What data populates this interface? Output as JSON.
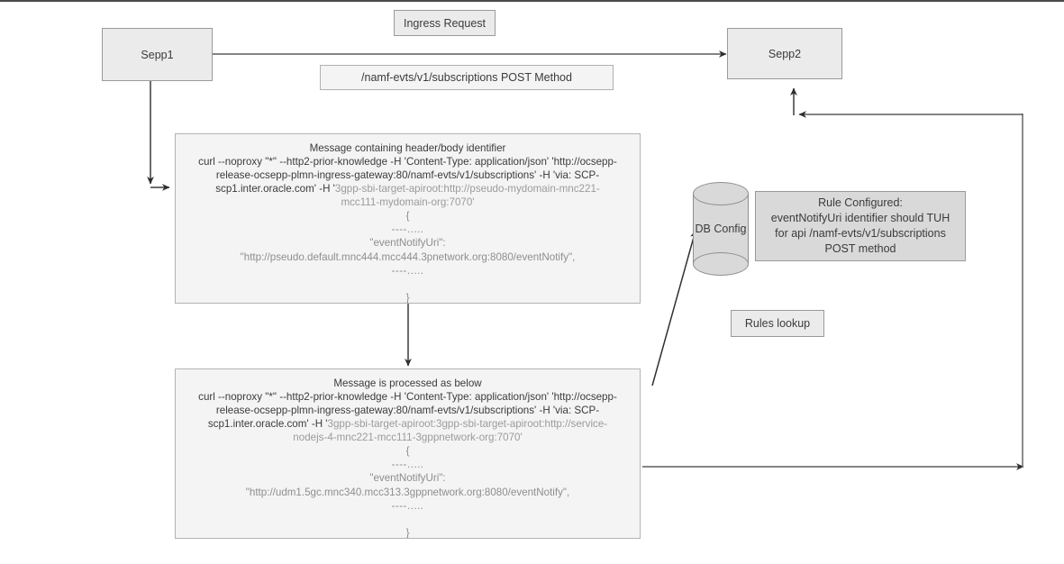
{
  "diagram": {
    "title": "SEPP ingress request rule processing flow",
    "colors": {
      "node_fill": "#ebebeb",
      "msg_fill": "#f4f4f4",
      "db_fill": "#d9d9d9",
      "stroke": "#9a9a9a",
      "arrow": "#3b3b3b",
      "text": "#3b3b3b",
      "muted_text": "#9b9b9b"
    }
  },
  "nodes": {
    "sepp1": {
      "label": "Sepp1"
    },
    "sepp2": {
      "label": "Sepp2"
    },
    "ingress_request": {
      "label": "Ingress Request"
    },
    "api_method": {
      "label": "/namf-evts/v1/subscriptions POST Method"
    },
    "rules_lookup": {
      "label": "Rules lookup"
    },
    "db_config": {
      "label": "DB Config"
    },
    "rule_configured": {
      "lines": [
        "Rule Configured:",
        "eventNotifyUri identifier should TUH",
        "for api /namf-evts/v1/subscriptions",
        "POST method"
      ]
    }
  },
  "messages": {
    "incoming": {
      "title": "Message containing header/body identifier",
      "curl_line1": "curl --noproxy \"*\" --http2-prior-knowledge -H 'Content-Type: application/json' 'http://ocsepp-",
      "curl_line2": "release-ocsepp-plmn-ingress-gateway:80/namf-evts/v1/subscriptions'  -H 'via: SCP-",
      "curl_line3_black": "scp1.inter.oracle.com' -H '",
      "curl_line3_gray": "3gpp-sbi-target-apiroot:http://pseudo-mydomain-mnc221-",
      "curl_line4_gray": "mcc111-mydomain-org:7070'",
      "open_brace": "{",
      "ellipsis_top": "----.....",
      "key": "\"eventNotifyUri\":",
      "value": "\"http://pseudo.default.mnc444.mcc444.3pnetwork.org:8080/eventNotify\",",
      "ellipsis_bottom": "----.....",
      "close_brace": "}"
    },
    "processed": {
      "title": "Message is processed as below",
      "curl_line1": "curl --noproxy \"*\" --http2-prior-knowledge -H 'Content-Type: application/json' 'http://ocsepp-",
      "curl_line2": "release-ocsepp-plmn-ingress-gateway:80/namf-evts/v1/subscriptions'  -H 'via: SCP-",
      "curl_line3_black": "scp1.inter.oracle.com' -H '",
      "curl_line3_gray": "3gpp-sbi-target-apiroot:3gpp-sbi-target-apiroot:http://service-",
      "curl_line4_gray": "nodejs-4-mnc221-mcc111-3gppnetwork-org:7070'",
      "open_brace": "{",
      "ellipsis_top": "----.....",
      "key": "\"eventNotifyUri\":",
      "value": "\"http://udm1.5gc.mnc340.mcc313.3gppnetwork.org:8080/eventNotify\",",
      "ellipsis_bottom": "----.....",
      "close_brace": "}"
    }
  },
  "connectors": [
    {
      "name": "sepp1-to-sepp2",
      "kind": "horizontal-arrow"
    },
    {
      "name": "sepp1-down-to-incoming-message",
      "kind": "elbow-arrow"
    },
    {
      "name": "incoming-to-processed",
      "kind": "vertical-arrow"
    },
    {
      "name": "processed-to-db-config",
      "kind": "diagonal-arrow"
    },
    {
      "name": "processed-to-right-bus",
      "kind": "horizontal-arrow"
    },
    {
      "name": "right-bus-to-sepp2",
      "kind": "elbow-arrow"
    }
  ]
}
